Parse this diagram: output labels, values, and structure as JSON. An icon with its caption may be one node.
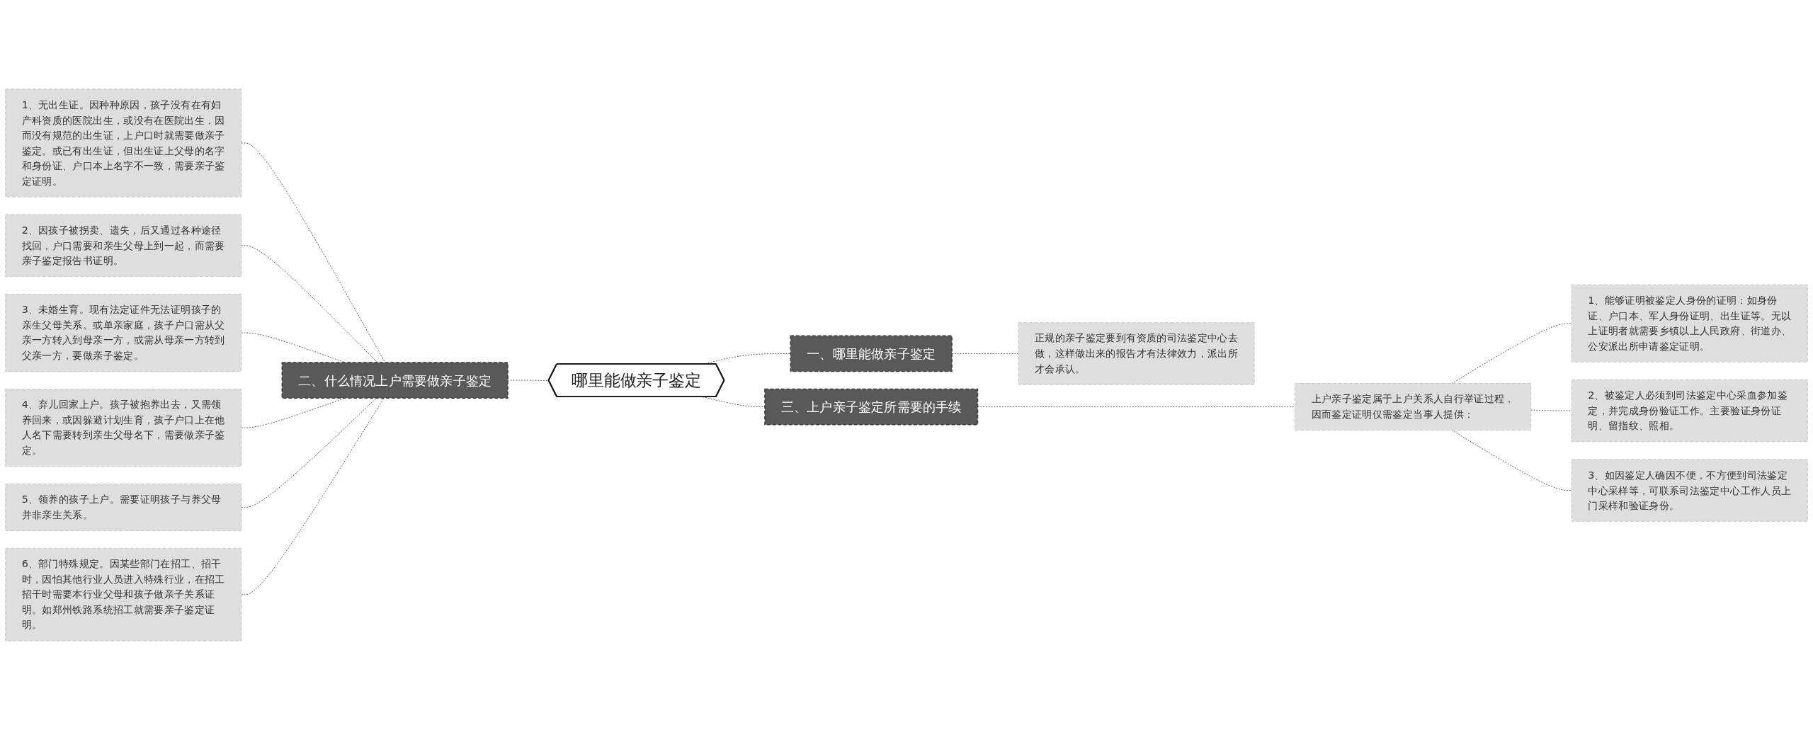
{
  "diagram": {
    "nodes": [
      {
        "text": [
          "哪里能做亲子鉴定"
        ]
      },
      {
        "text": [
          "一、哪里能做亲子鉴定"
        ]
      },
      {
        "text": [
          "正规的亲子鉴定要到有资质的司法鉴定中心去做，这样做出来的报告才有法律效力，派出所才会承认。"
        ]
      },
      {
        "text": [
          "二、什么情况上户需要做亲子鉴定"
        ]
      },
      {
        "text": [
          "1、无出生证。因种种原因，孩子没有在有妇产科资质的医院出生，或没有在医院出生，因而没有规范的出生证，上户口时就需要做亲子鉴定。或已有出生证，但出生证上父母的名字和身份证、户口本上名字不一致，需要亲子鉴定证明。"
        ]
      },
      {
        "text": [
          "2、因孩子被拐卖、遗失，后又通过各种途径找回，户口需要和亲生父母上到一起，而需要亲子鉴定报告书证明。"
        ]
      },
      {
        "text": [
          "3、未婚生育。现有法定证件无法证明孩子的亲生父母关系。或单亲家庭，孩子户口需从父亲一方转入到母亲一方，或需从母亲一方转到父亲一方，要做亲子鉴定。"
        ]
      },
      {
        "text": [
          "4、弃儿回家上户。孩子被抱养出去，又需领养回来，或因躲避计划生育，孩子户口上在他人名下需要转到亲生父母名下，需要做亲子鉴定。"
        ]
      },
      {
        "text": [
          "5、领养的孩子上户。需要证明孩子与养父母并非亲生关系。"
        ]
      },
      {
        "text": [
          "6、部门特殊规定。因某些部门在招工、招干时，因怕其他行业人员进入特殊行业，在招工招干时需要本行业父母和孩子做亲子关系证明。如郑州铁路系统招工就需要亲子鉴定证明。"
        ]
      },
      {
        "text": [
          "三、上户亲子鉴定所需要的手续"
        ]
      },
      {
        "text": [
          "上户亲子鉴定属于上户关系人自行举证过程，因而鉴定证明仅需鉴定当事人提供："
        ]
      },
      {
        "text": [
          "1、能够证明被鉴定人身份的证明：如身份证、户口本、军人身份证明、出生证等。无以上证明者就需要乡镇以上人民政府、街道办、公安派出所申请鉴定证明。"
        ]
      },
      {
        "text": [
          "2、被鉴定人必须到司法鉴定中心采血参加鉴定，并完成身份验证工作。主要验证身份证明、留指纹、照相。"
        ]
      },
      {
        "text": [
          "3、如因鉴定人确因不便，不方便到司法鉴定中心采样等，可联系司法鉴定中心工作人员上门采样和验证身份。"
        ]
      }
    ],
    "edges": [
      {
        "from": 0,
        "to": 1,
        "arrow": "none",
        "style": "dashed"
      },
      {
        "from": 1,
        "to": 2,
        "arrow": "none",
        "style": "dashed"
      },
      {
        "from": 3,
        "to": 0,
        "arrow": "none",
        "style": "dashed"
      },
      {
        "from": 4,
        "to": 3,
        "arrow": "none",
        "style": "dashed"
      },
      {
        "from": 5,
        "to": 3,
        "arrow": "none",
        "style": "dashed"
      },
      {
        "from": 6,
        "to": 3,
        "arrow": "none",
        "style": "dashed"
      },
      {
        "from": 7,
        "to": 3,
        "arrow": "none",
        "style": "dashed"
      },
      {
        "from": 8,
        "to": 3,
        "arrow": "none",
        "style": "dashed"
      },
      {
        "from": 9,
        "to": 3,
        "arrow": "none",
        "style": "dashed"
      },
      {
        "from": 0,
        "to": 10,
        "arrow": "none",
        "style": "dashed"
      },
      {
        "from": 10,
        "to": 11,
        "arrow": "none",
        "style": "dashed"
      },
      {
        "from": 11,
        "to": 12,
        "arrow": "none",
        "style": "dashed"
      },
      {
        "from": 11,
        "to": 13,
        "arrow": "none",
        "style": "dashed"
      },
      {
        "from": 11,
        "to": 14,
        "arrow": "none",
        "style": "dashed"
      }
    ]
  }
}
